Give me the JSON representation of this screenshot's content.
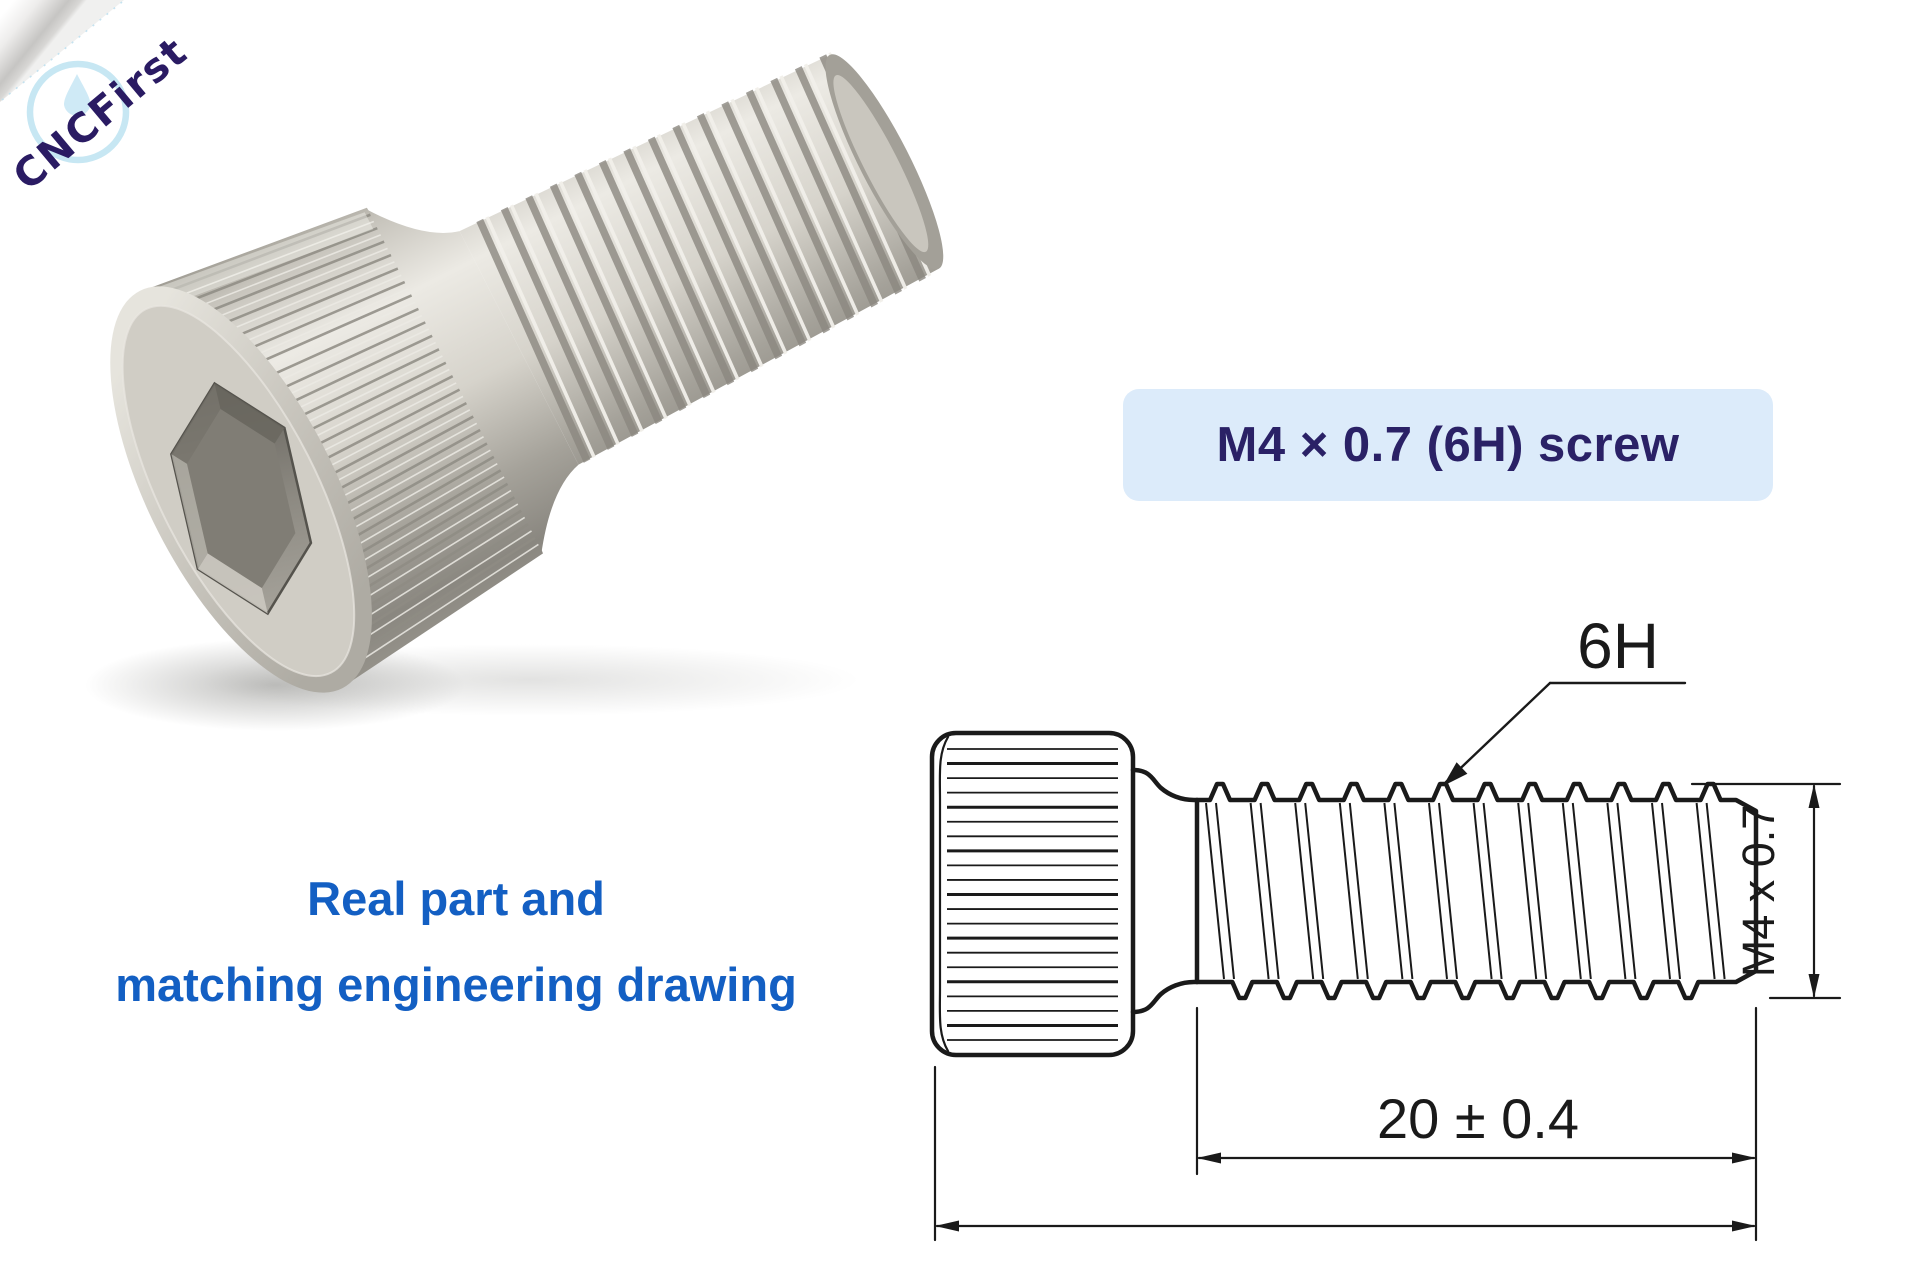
{
  "logo": {
    "brand": "CNCFirst"
  },
  "part_label": {
    "text": "M4 × 0.7 (6H) screw"
  },
  "caption": {
    "line1": "Real part and",
    "line2": "matching engineering drawing"
  },
  "drawing": {
    "thread_class_callout": "6H",
    "thread_spec": "M4 x 0.7",
    "thread_length_dim": "20 ± 0.4"
  },
  "colors": {
    "background": "#ffffff",
    "label_bg": "#dcebfa",
    "label_text": "#2a2166",
    "caption_blue": "#135fc3",
    "logo_navy": "#2a1b63",
    "logo_light_blue": "#c7e7f3",
    "drawing_ink": "#1a1a1a",
    "metal_light": "#eceae4",
    "metal_mid": "#b8b5ac",
    "metal_dark": "#85827a"
  }
}
